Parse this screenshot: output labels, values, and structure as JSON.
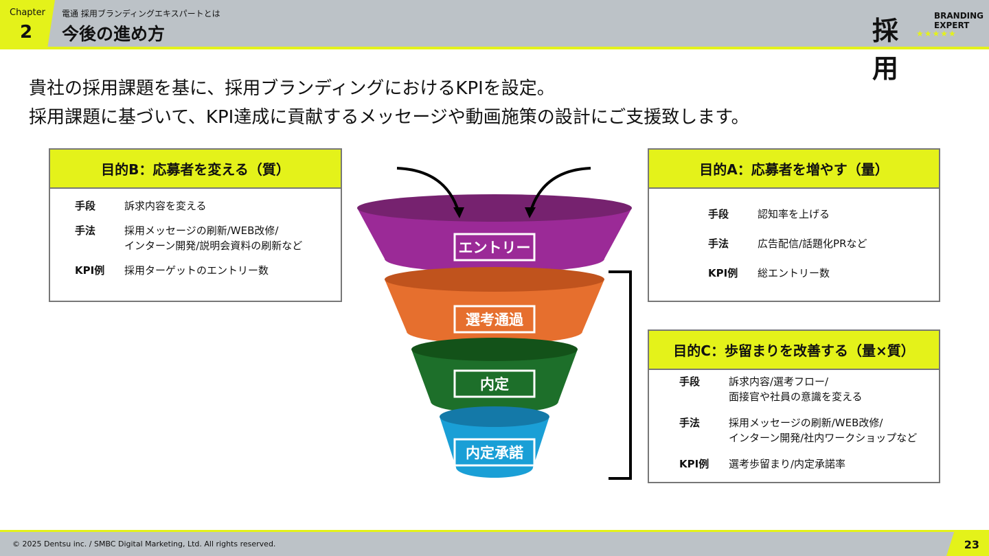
{
  "header": {
    "chapter_label": "Chapter",
    "chapter_number": "2",
    "subtitle": "電通 採用ブランディングエキスパートとは",
    "title": "今後の進め方"
  },
  "logo": {
    "kanji": "採用",
    "line1": "BRANDING",
    "line2": "EXPERT",
    "stars": "★★★★★"
  },
  "lead": [
    "貴社の採用課題を基に、採用ブランディングにおけるKPIを設定。",
    "採用課題に基づいて、KPI達成に貢献するメッセージや動画施策の設計にご支援致します。"
  ],
  "box_b": {
    "title": "目的B：応募者を変える（質）",
    "rows": [
      {
        "k": "手段",
        "v": "訴求内容を変える"
      },
      {
        "k": "手法",
        "v": "採用メッセージの刷新/WEB改修/\nインターン開発/説明会資料の刷新など"
      },
      {
        "k": "KPI例",
        "v": "採用ターゲットのエントリー数"
      }
    ]
  },
  "box_a": {
    "title": "目的A：応募者を増やす（量）",
    "rows": [
      {
        "k": "手段",
        "v": "認知率を上げる"
      },
      {
        "k": "手法",
        "v": "広告配信/話題化PRなど"
      },
      {
        "k": "KPI例",
        "v": "総エントリー数"
      }
    ]
  },
  "box_c": {
    "title": "目的C：歩留まりを改善する（量×質）",
    "rows": [
      {
        "k": "手段",
        "v": "訴求内容/選考フロー/\n面接官や社員の意識を変える"
      },
      {
        "k": "手法",
        "v": "採用メッセージの刷新/WEB改修/\nインターン開発/社内ワークショップなど"
      },
      {
        "k": "KPI例",
        "v": "選考歩留まり/内定承諾率"
      }
    ]
  },
  "funnel": [
    {
      "label": "エントリー",
      "color": "#9b2a97",
      "top": "#76226f"
    },
    {
      "label": "選考通過",
      "color": "#e66f2e",
      "top": "#c0531d"
    },
    {
      "label": "内定",
      "color": "#1d6f2a",
      "top": "#135219"
    },
    {
      "label": "内定承諾",
      "color": "#1a9fd6",
      "top": "#1479a8"
    }
  ],
  "footer": {
    "copyright": "© 2025 Dentsu inc. / SMBC Digital Marketing, Ltd.   All rights reserved.",
    "page": "23"
  }
}
